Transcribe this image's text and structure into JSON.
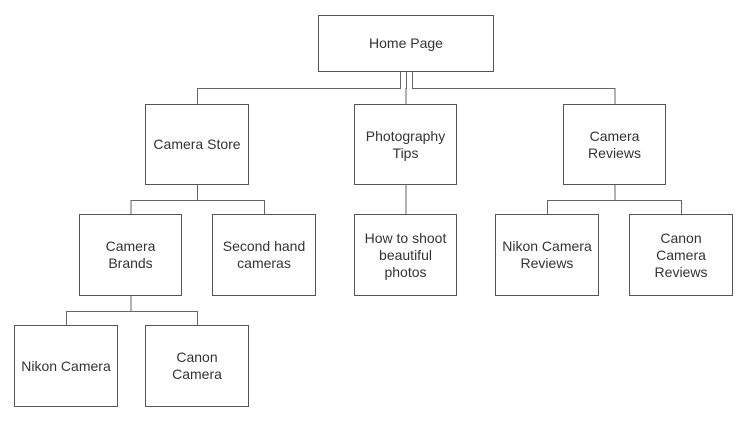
{
  "diagram": {
    "nodes": {
      "home": "Home Page",
      "camera_store": "Camera Store",
      "photography_tips": "Photography\nTips",
      "camera_reviews": "Camera\nReviews",
      "camera_brands": "Camera\nBrands",
      "second_hand": "Second hand\ncameras",
      "how_to_shoot": "How to shoot\nbeautiful\nphotos",
      "nikon_camera_reviews": "Nikon Camera\nReviews",
      "canon_camera_reviews": "Canon\nCamera\nReviews",
      "nikon_camera": "Nikon Camera",
      "canon_camera": "Canon\nCamera"
    },
    "edges": [
      [
        "home",
        "camera_store"
      ],
      [
        "home",
        "photography_tips"
      ],
      [
        "home",
        "camera_reviews"
      ],
      [
        "camera_store",
        "camera_brands"
      ],
      [
        "camera_store",
        "second_hand"
      ],
      [
        "photography_tips",
        "how_to_shoot"
      ],
      [
        "camera_reviews",
        "nikon_camera_reviews"
      ],
      [
        "camera_reviews",
        "canon_camera_reviews"
      ],
      [
        "camera_brands",
        "nikon_camera"
      ],
      [
        "camera_brands",
        "canon_camera"
      ]
    ],
    "colors": {
      "line": "#666666",
      "border": "#555555",
      "text": "#333333"
    }
  }
}
